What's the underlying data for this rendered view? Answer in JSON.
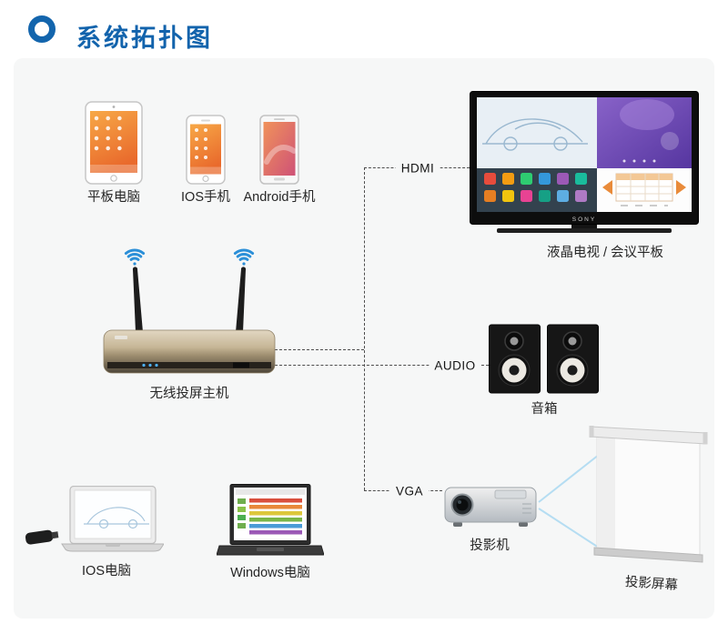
{
  "header": {
    "title": "系统拓扑图"
  },
  "colors": {
    "accent": "#1263ac",
    "panel_bg": "#f6f7f7",
    "line": "#4d4d4d",
    "wifi": "#2b8fd8",
    "screen_orange": "#ee6f2d"
  },
  "devices": {
    "tablet": {
      "label": "平板电脑"
    },
    "ios_phone": {
      "label": "IOS手机"
    },
    "android_phone": {
      "label": "Android手机"
    },
    "host": {
      "label": "无线投屏主机"
    },
    "tv": {
      "label": "液晶电视 / 会议平板",
      "brand": "SONY"
    },
    "speakers": {
      "label": "音箱"
    },
    "ios_laptop": {
      "label": "IOS电脑"
    },
    "windows_laptop": {
      "label": "Windows电脑"
    },
    "projector": {
      "label": "投影机"
    },
    "screen": {
      "label": "投影屏幕"
    }
  },
  "connections": {
    "hdmi": "HDMI",
    "audio": "AUDIO",
    "vga": "VGA"
  }
}
